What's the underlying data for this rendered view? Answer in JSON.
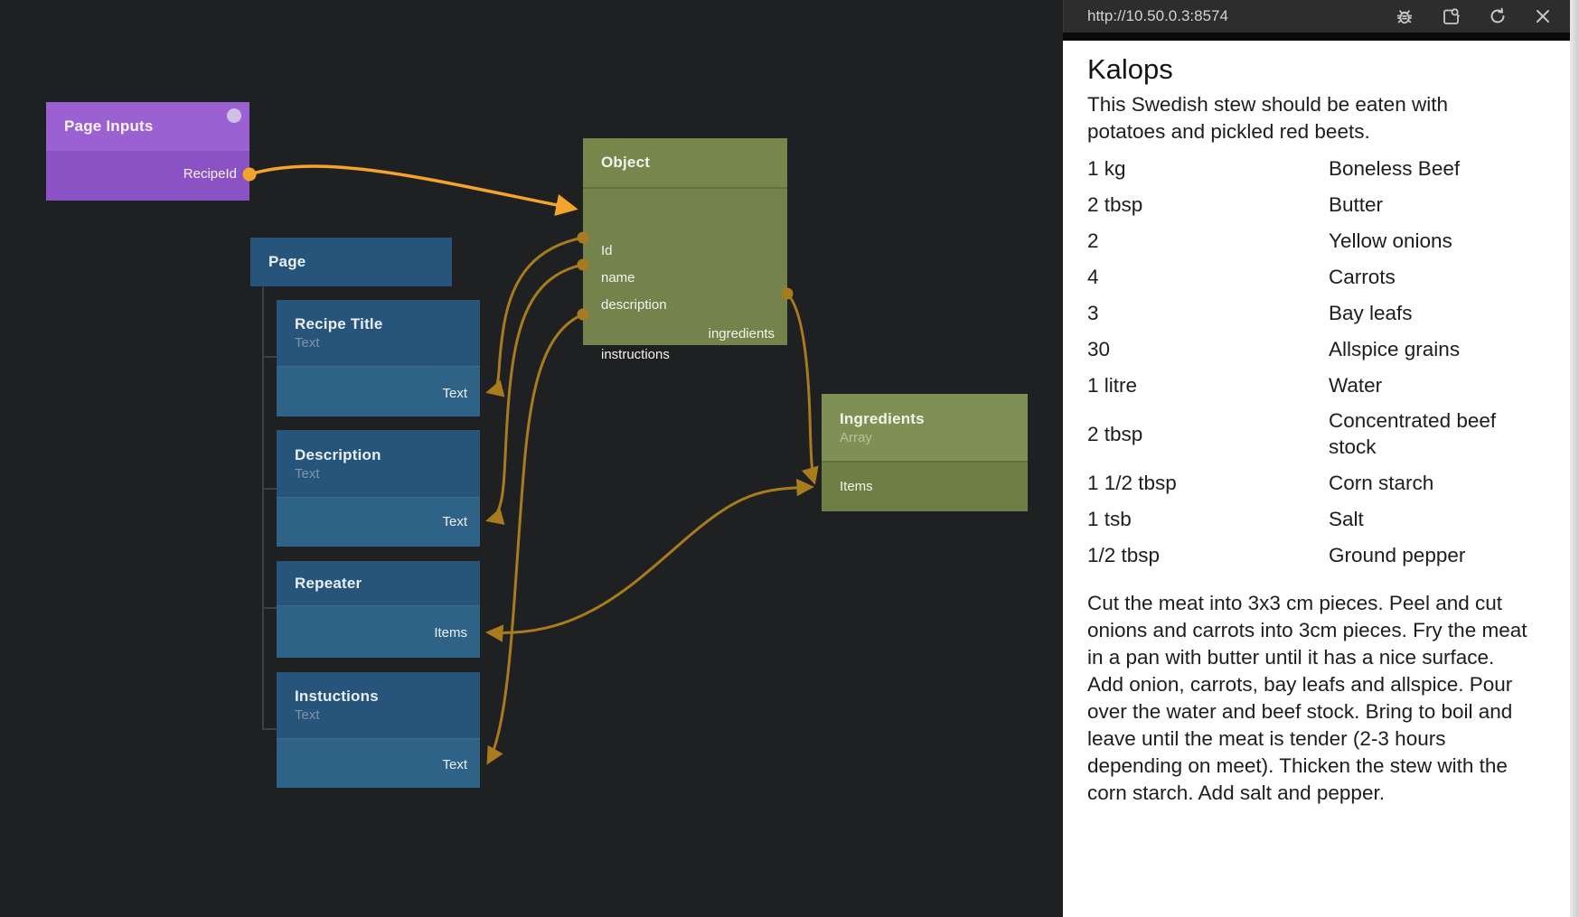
{
  "canvas": {
    "nodes": {
      "page_inputs": {
        "title": "Page Inputs",
        "ports": {
          "recipe_id": "RecipeId"
        }
      },
      "page": {
        "title": "Page"
      },
      "recipe_title": {
        "title": "Recipe Title",
        "subtitle": "Text",
        "ports": {
          "text": "Text"
        }
      },
      "description": {
        "title": "Description",
        "subtitle": "Text",
        "ports": {
          "text": "Text"
        }
      },
      "repeater": {
        "title": "Repeater",
        "ports": {
          "items": "Items"
        }
      },
      "instructions": {
        "title": "Instuctions",
        "subtitle": "Text",
        "ports": {
          "text": "Text"
        }
      },
      "object": {
        "title": "Object",
        "ports": {
          "id": "Id",
          "name": "name",
          "description": "description",
          "ingredients": "ingredients",
          "instructions": "instructions"
        }
      },
      "ingredients_array": {
        "title": "Ingredients",
        "subtitle": "Array",
        "ports": {
          "items": "Items"
        }
      }
    },
    "colors": {
      "background": "#1f2021",
      "node_purple_header": "#9b61d3",
      "node_purple_body": "#8b52c5",
      "node_blue_header": "#26547a",
      "node_blue_body": "#2f6287",
      "node_green_header": "#77864a",
      "node_green_body": "#74834b",
      "node_green2_header": "#7e9054",
      "node_green2_body": "#6e7f44",
      "wire": "#a87c1e",
      "wire_active": "#f4a42d",
      "tree_line": "#3e4042"
    }
  },
  "preview_panel": {
    "url": "http://10.50.0.3:8574",
    "toolbar_icons": [
      "debug-icon",
      "open-preview-window-icon",
      "refresh-icon",
      "close-icon"
    ],
    "recipe": {
      "title": "Kalops",
      "description": "This Swedish stew should be eaten with potatoes and pickled red beets.",
      "ingredients": [
        {
          "amount": "1 kg",
          "name": "Boneless Beef"
        },
        {
          "amount": "2 tbsp",
          "name": "Butter"
        },
        {
          "amount": "2",
          "name": "Yellow onions"
        },
        {
          "amount": "4",
          "name": "Carrots"
        },
        {
          "amount": "3",
          "name": "Bay leafs"
        },
        {
          "amount": "30",
          "name": "Allspice grains"
        },
        {
          "amount": "1 litre",
          "name": "Water"
        },
        {
          "amount": "2 tbsp",
          "name": "Concentrated beef stock"
        },
        {
          "amount": "1 1/2 tbsp",
          "name": "Corn starch"
        },
        {
          "amount": "1 tsb",
          "name": "Salt"
        },
        {
          "amount": "1/2 tbsp",
          "name": "Ground pepper"
        }
      ],
      "instructions": "Cut the meat into 3x3 cm pieces. Peel and cut onions and carrots into 3cm pieces. Fry the meat in a pan with butter until it has a nice surface. Add onion, carrots, bay leafs and allspice. Pour over the water and beef stock. Bring to boil and leave until the meat is tender (2-3 hours depending on meet). Thicken the stew with the corn starch. Add salt and pepper."
    }
  }
}
